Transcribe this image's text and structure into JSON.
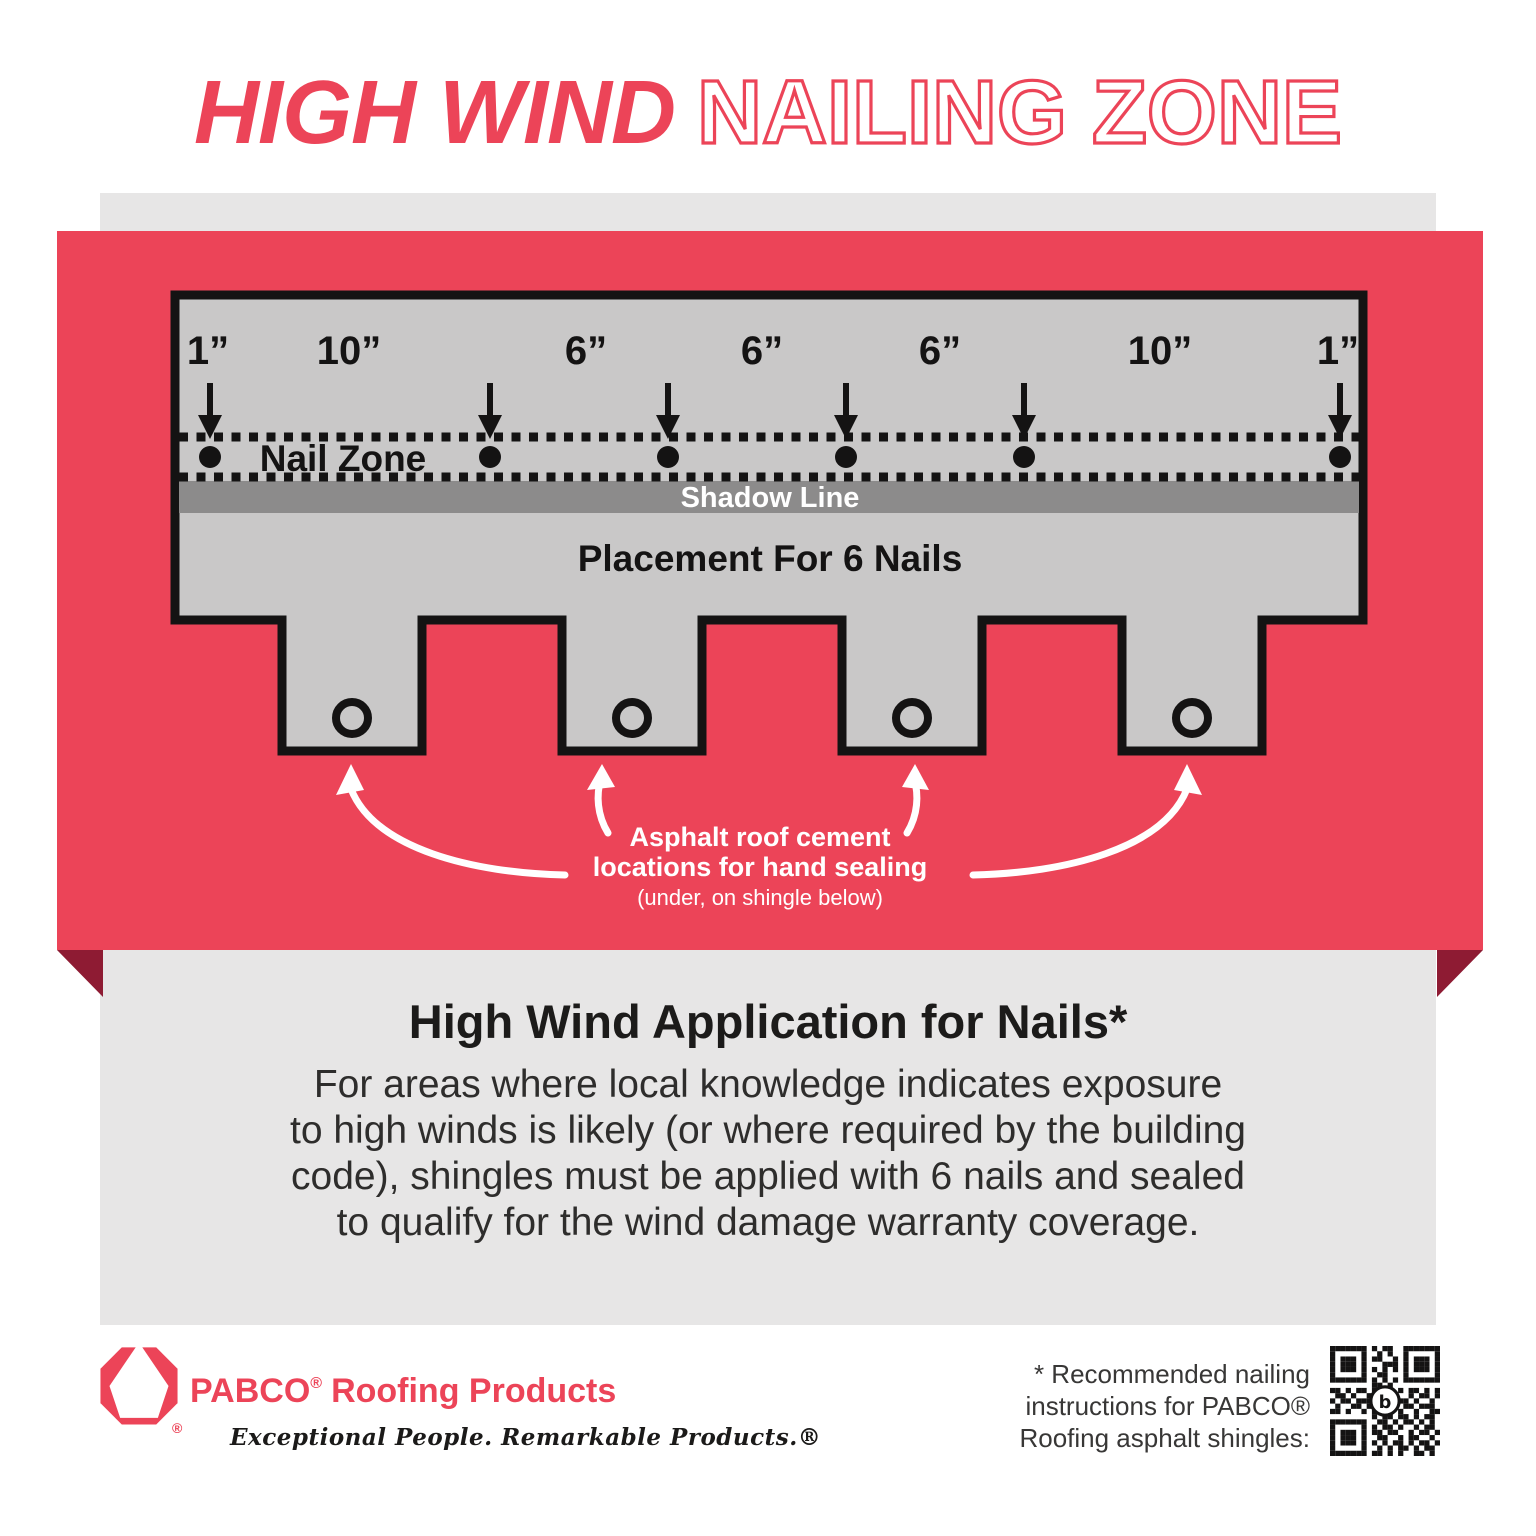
{
  "title": {
    "solid": "HIGH WIND",
    "outline": "NAILING ZONE"
  },
  "diagram": {
    "measurements": [
      "1”",
      "10”",
      "6”",
      "6”",
      "6”",
      "10”",
      "1”"
    ],
    "nail_zone": "Nail Zone",
    "shadow_line": "Shadow Line",
    "placement": "Placement For 6 Nails",
    "cement_note": {
      "line1": "Asphalt roof cement",
      "line2": "locations for hand sealing",
      "line3": "(under, on shingle below)"
    }
  },
  "info": {
    "heading": "High Wind Application for Nails*",
    "lines": [
      "For areas where local knowledge indicates exposure",
      "to high winds is likely (or where required by the building",
      "code), shingles must be applied with 6 nails and sealed",
      "to qualify for the wind damage warranty coverage."
    ]
  },
  "footer": {
    "brand": "PABCO",
    "reg": "®",
    "brand_suffix": "Roofing Products",
    "tagline": "Exceptional People. Remarkable Products.®",
    "note_lines": [
      "* Recommended nailing",
      "instructions for PABCO®",
      "Roofing asphalt shingles:"
    ],
    "qr_center_glyph": "b",
    "qr_matrix": [
      "111111101011001111111",
      "100000100101001000001",
      "101110101100101011101",
      "101110100011101011101",
      "101110101010101011101",
      "100000100110001000001",
      "111111101010101111111",
      "000000001101000000000",
      "110101101011010110101",
      "011010010110100101101",
      "101101110010111010010",
      "010011011101001101110",
      "110100101011010010011",
      "000000001011011010110",
      "111111100110101101010",
      "100000101011010010110",
      "101110101101100101101",
      "101110100110010110010",
      "101110101010110101101",
      "100000100101011010110",
      "111111101101010011010"
    ]
  },
  "colors": {
    "red": "#ec4458",
    "dark_red": "#8e1b33",
    "panel_gray": "#e7e6e6",
    "shingle_gray": "#c9c8c8",
    "shadow_gray": "#8c8b8b",
    "ink": "#141313",
    "text": "#2e2d2c"
  }
}
